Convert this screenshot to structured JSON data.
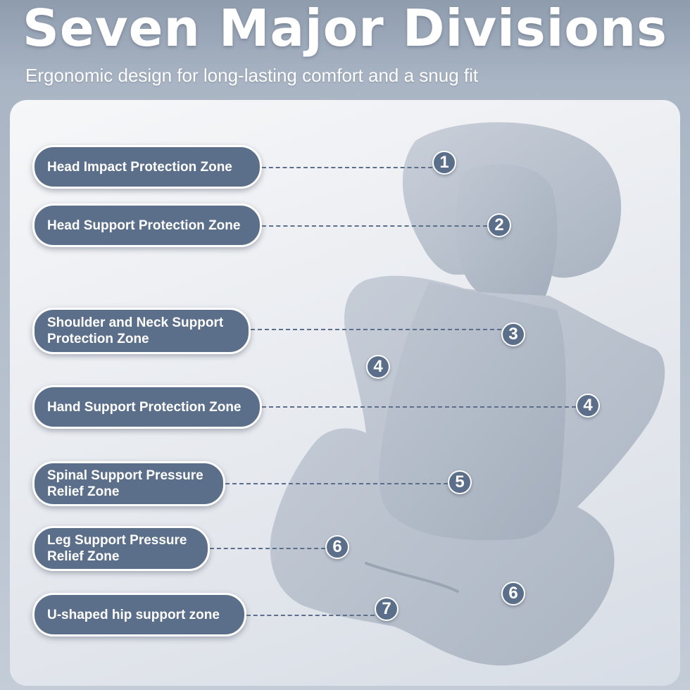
{
  "header": {
    "title": "Seven Major Divisions",
    "subtitle": "Ergonomic design for long-lasting comfort and a snug fit"
  },
  "zones": [
    {
      "label": "Head Impact Protection Zone",
      "number": "1"
    },
    {
      "label": "Head Support Protection Zone",
      "number": "2"
    },
    {
      "label": "Shoulder and Neck Support\nProtection Zone",
      "number": "3"
    },
    {
      "label": "Hand Support Protection Zone",
      "number": "4"
    },
    {
      "label": "Spinal Support Pressure\nRelief Zone",
      "number": "5"
    },
    {
      "label": "Leg Support Pressure\nRelief Zone",
      "number": "6"
    },
    {
      "label": "U-shaped hip support zone",
      "number": "7"
    }
  ],
  "extra_badges": [
    {
      "number": "4"
    },
    {
      "number": "6"
    }
  ],
  "colors": {
    "pill": "#5b6f8a",
    "cushion": "#b9c1cd",
    "background": "#a9b5c4"
  }
}
